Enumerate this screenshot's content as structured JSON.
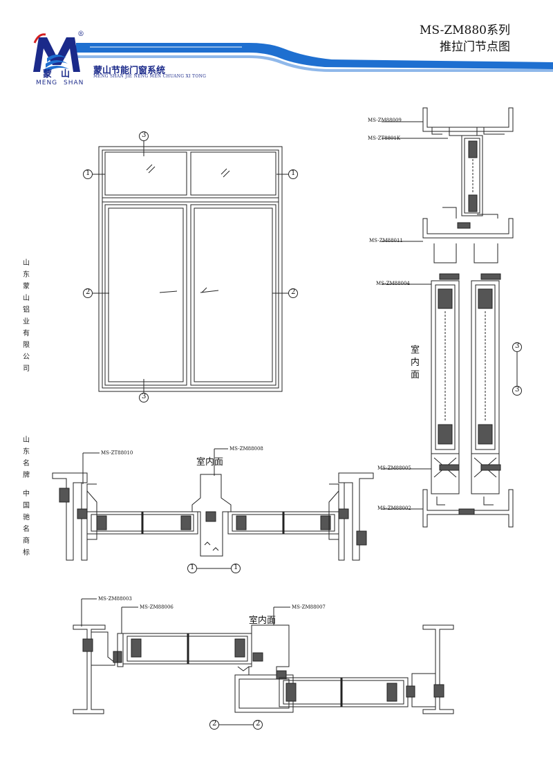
{
  "header": {
    "logo_cn": [
      "蒙",
      "山"
    ],
    "logo_en": [
      "MENG",
      "SHAN"
    ],
    "registered_mark": "®",
    "company_cn": "蒙山节能门窗系统",
    "company_en": "MENG SHAN JIE NENG MEN CHUANG XI TONG",
    "series_line1": "MS-ZM880系列",
    "series_line2": "推拉门节点图",
    "accent_color": "#1e6fd0",
    "brand_color": "#1b2a8a"
  },
  "side_text": {
    "company": "山东蒙山铝业有限公司",
    "brand_a": "山东名牌",
    "brand_b": "中国驰名商标"
  },
  "elevation": {
    "markers": {
      "m1": "1",
      "m2": "2",
      "m3": "3"
    }
  },
  "vertical_section": {
    "callouts": [
      "MS-ZM88009",
      "MS-ZT8801K",
      "MS-ZM88011",
      "MS-ZM88004",
      "MS-ZM88005",
      "MS-ZM88002"
    ],
    "indoor_label": "室内面",
    "marker": "3"
  },
  "section_1": {
    "callouts": [
      "MS-ZT88010",
      "MS-ZM88008"
    ],
    "indoor_label": "室内面",
    "marker": "1"
  },
  "section_2": {
    "callouts": [
      "MS-ZM88003",
      "MS-ZM88006",
      "MS-ZM88007"
    ],
    "indoor_label": "室内面",
    "marker": "2"
  }
}
